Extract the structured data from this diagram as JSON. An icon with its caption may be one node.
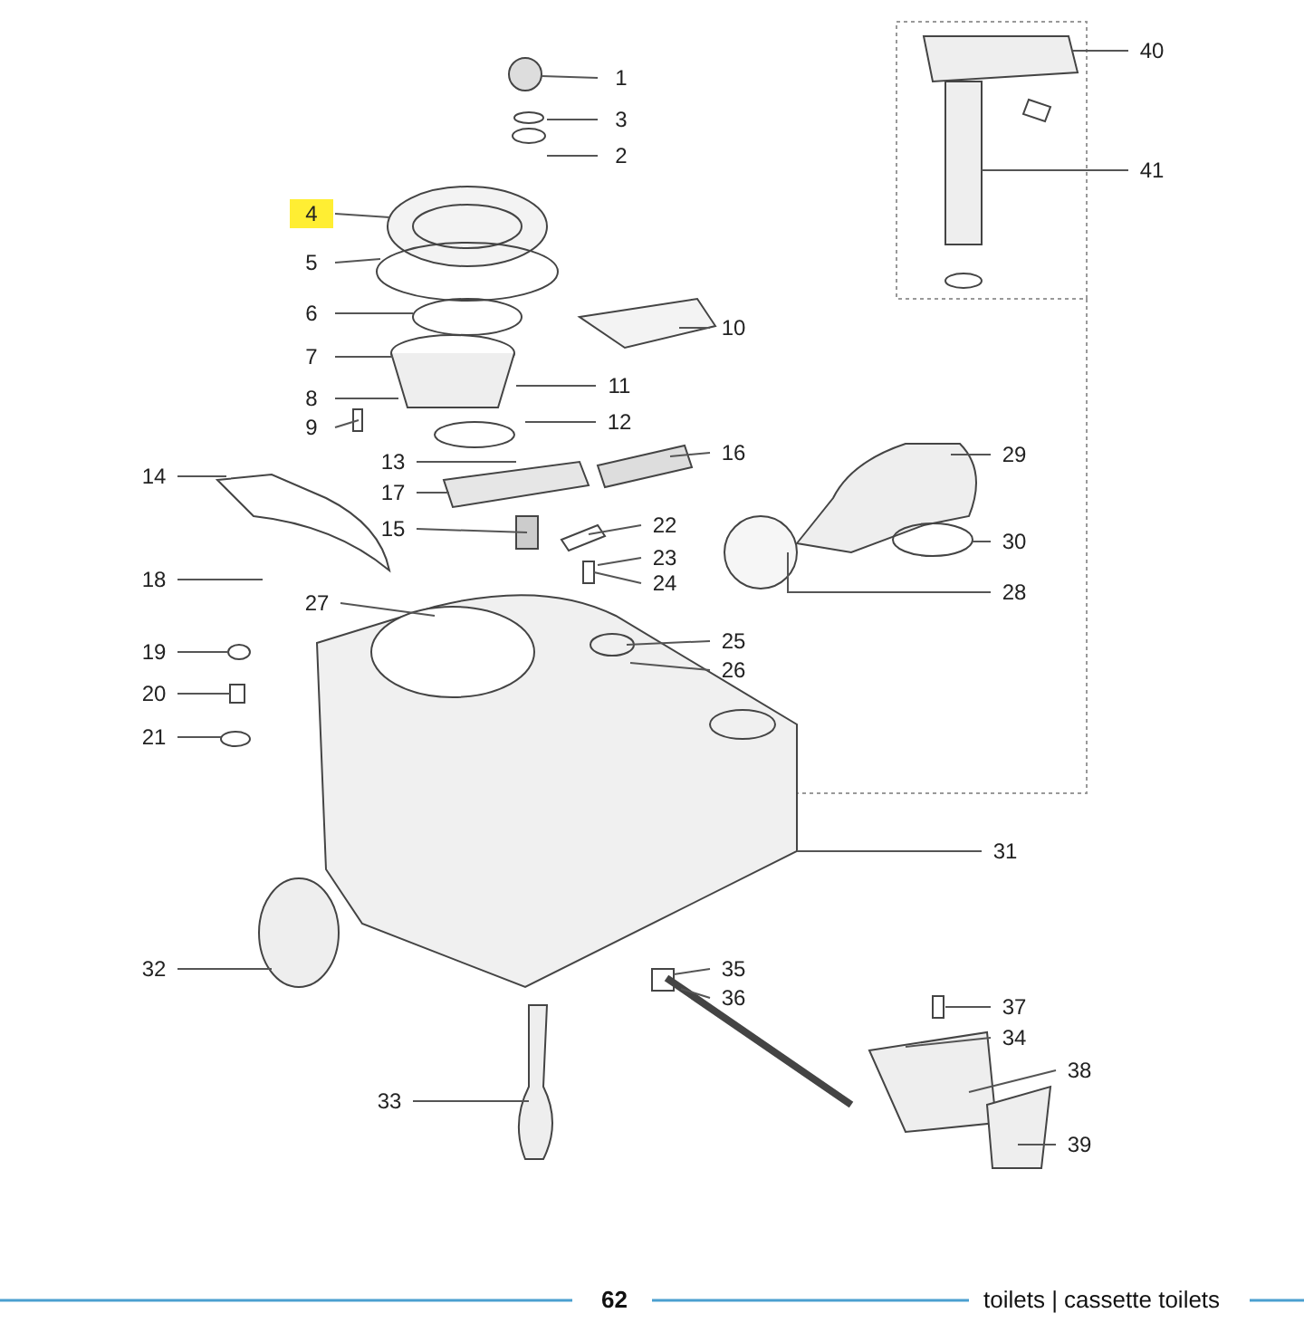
{
  "diagram": {
    "nodes": [
      {
        "text": [
          "1"
        ]
      },
      {
        "text": [
          "2"
        ]
      },
      {
        "text": [
          "3"
        ]
      },
      {
        "text": [
          "4"
        ]
      },
      {
        "text": [
          "5"
        ]
      },
      {
        "text": [
          "6"
        ]
      },
      {
        "text": [
          "7"
        ]
      },
      {
        "text": [
          "8"
        ]
      },
      {
        "text": [
          "9"
        ]
      },
      {
        "text": [
          "10"
        ]
      },
      {
        "text": [
          "11"
        ]
      },
      {
        "text": [
          "12"
        ]
      },
      {
        "text": [
          "13"
        ]
      },
      {
        "text": [
          "14"
        ]
      },
      {
        "text": [
          "15"
        ]
      },
      {
        "text": [
          "16"
        ]
      },
      {
        "text": [
          "17"
        ]
      },
      {
        "text": [
          "18"
        ]
      },
      {
        "text": [
          "19"
        ]
      },
      {
        "text": [
          "20"
        ]
      },
      {
        "text": [
          "21"
        ]
      },
      {
        "text": [
          "22"
        ]
      },
      {
        "text": [
          "23"
        ]
      },
      {
        "text": [
          "24"
        ]
      },
      {
        "text": [
          "25"
        ]
      },
      {
        "text": [
          "26"
        ]
      },
      {
        "text": [
          "27"
        ]
      },
      {
        "text": [
          "28"
        ]
      },
      {
        "text": [
          "29"
        ]
      },
      {
        "text": [
          "30"
        ]
      },
      {
        "text": [
          "31"
        ]
      },
      {
        "text": [
          "32"
        ]
      },
      {
        "text": [
          "33"
        ]
      },
      {
        "text": [
          "34"
        ]
      },
      {
        "text": [
          "35"
        ]
      },
      {
        "text": [
          "36"
        ]
      },
      {
        "text": [
          "37"
        ]
      },
      {
        "text": [
          "38"
        ]
      },
      {
        "text": [
          "39"
        ]
      },
      {
        "text": [
          "40"
        ]
      },
      {
        "text": [
          "41"
        ]
      }
    ],
    "edges": [
      {
        "from": 0,
        "to": null,
        "arrow": "none"
      },
      {
        "from": 1,
        "to": null,
        "arrow": "none"
      },
      {
        "from": 2,
        "to": null,
        "arrow": "none"
      },
      {
        "from": 3,
        "to": null,
        "arrow": "none"
      },
      {
        "from": 4,
        "to": null,
        "arrow": "none"
      },
      {
        "from": 5,
        "to": null,
        "arrow": "none"
      },
      {
        "from": 6,
        "to": null,
        "arrow": "none"
      },
      {
        "from": 7,
        "to": null,
        "arrow": "none"
      },
      {
        "from": 8,
        "to": null,
        "arrow": "none"
      },
      {
        "from": 9,
        "to": null,
        "arrow": "none"
      },
      {
        "from": 10,
        "to": null,
        "arrow": "none"
      },
      {
        "from": 11,
        "to": null,
        "arrow": "none"
      },
      {
        "from": 12,
        "to": null,
        "arrow": "none"
      },
      {
        "from": 13,
        "to": null,
        "arrow": "none"
      },
      {
        "from": 14,
        "to": null,
        "arrow": "none"
      },
      {
        "from": 15,
        "to": null,
        "arrow": "none"
      },
      {
        "from": 16,
        "to": null,
        "arrow": "none"
      },
      {
        "from": 17,
        "to": null,
        "arrow": "none"
      },
      {
        "from": 18,
        "to": null,
        "arrow": "none"
      },
      {
        "from": 19,
        "to": null,
        "arrow": "none"
      },
      {
        "from": 20,
        "to": null,
        "arrow": "none"
      },
      {
        "from": 21,
        "to": null,
        "arrow": "none"
      },
      {
        "from": 22,
        "to": null,
        "arrow": "none"
      },
      {
        "from": 23,
        "to": null,
        "arrow": "none"
      },
      {
        "from": 24,
        "to": null,
        "arrow": "none"
      },
      {
        "from": 25,
        "to": null,
        "arrow": "none"
      },
      {
        "from": 26,
        "to": null,
        "arrow": "none"
      },
      {
        "from": 27,
        "to": null,
        "arrow": "none"
      },
      {
        "from": 28,
        "to": null,
        "arrow": "none"
      },
      {
        "from": 29,
        "to": null,
        "arrow": "none"
      },
      {
        "from": 30,
        "to": null,
        "arrow": "none"
      },
      {
        "from": 31,
        "to": null,
        "arrow": "none"
      },
      {
        "from": 32,
        "to": null,
        "arrow": "none"
      },
      {
        "from": 33,
        "to": null,
        "arrow": "none"
      },
      {
        "from": 34,
        "to": null,
        "arrow": "none"
      },
      {
        "from": 35,
        "to": null,
        "arrow": "none"
      },
      {
        "from": 36,
        "to": null,
        "arrow": "none"
      },
      {
        "from": 37,
        "to": null,
        "arrow": "none"
      },
      {
        "from": 38,
        "to": null,
        "arrow": "none"
      },
      {
        "from": 39,
        "to": null,
        "arrow": "none"
      },
      {
        "from": 40,
        "to": null,
        "arrow": "none"
      }
    ],
    "labels": [
      "62",
      "toilets | cassette toilets"
    ]
  }
}
